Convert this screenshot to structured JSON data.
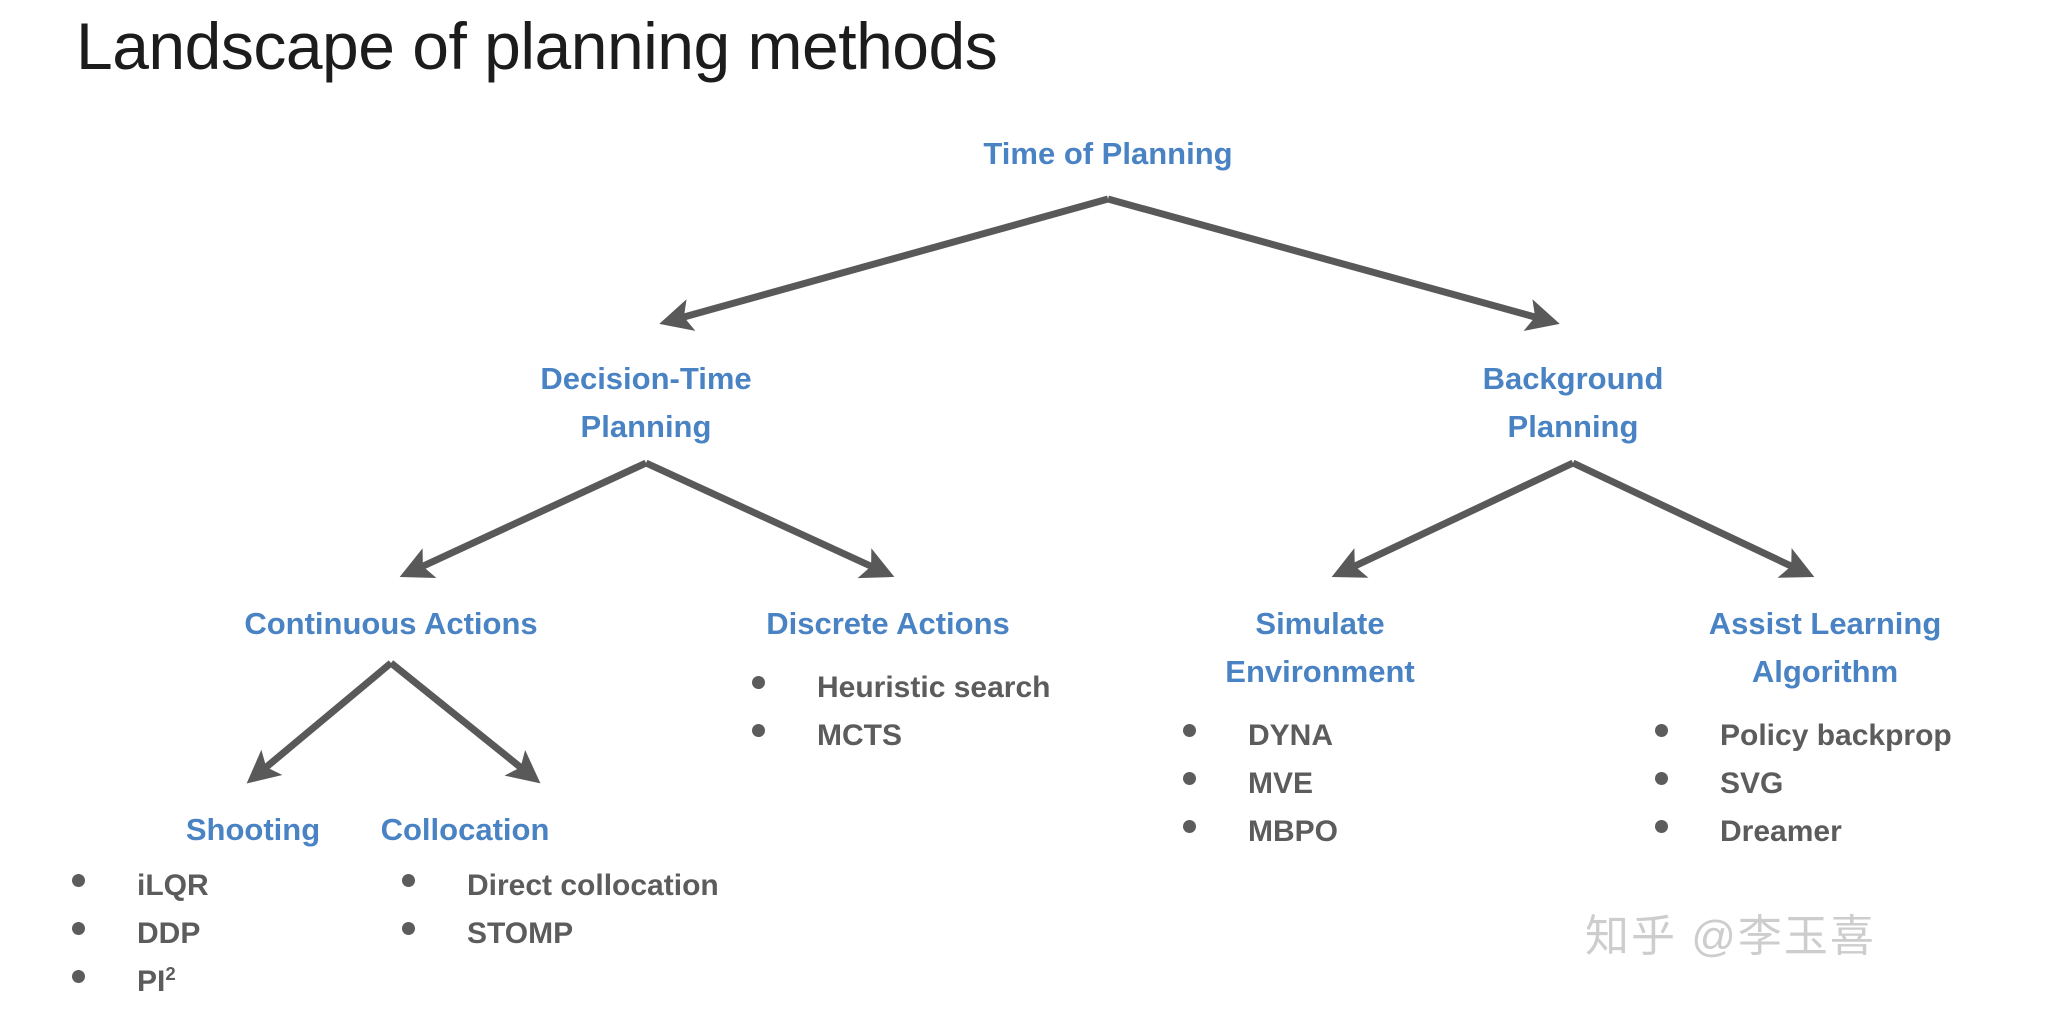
{
  "slide": {
    "title": "Landscape of planning methods",
    "background_color": "#ffffff",
    "node_color": "#4a83c4",
    "bullet_color": "#5c5c5c",
    "arrow_color": "#595959",
    "title_color": "#1c1c1c",
    "watermark_color": "#cdcdcd"
  },
  "watermark": {
    "text": "知乎 @李玉喜"
  },
  "tree": {
    "root": {
      "label": "Time of Planning"
    },
    "level2": {
      "left": {
        "line1": "Decision-Time",
        "line2": "Planning"
      },
      "right": {
        "line1": "Background",
        "line2": "Planning"
      }
    },
    "level3": {
      "continuous_actions": {
        "label": "Continuous Actions",
        "items": []
      },
      "discrete_actions": {
        "label": "Discrete Actions",
        "items": [
          "Heuristic search",
          "MCTS"
        ]
      },
      "simulate_environment": {
        "line1": "Simulate",
        "line2": "Environment",
        "items": [
          "DYNA",
          "MVE",
          "MBPO"
        ]
      },
      "assist_learning_algorithm": {
        "line1": "Assist Learning",
        "line2": "Algorithm",
        "items": [
          "Policy backprop",
          "SVG",
          "Dreamer"
        ]
      }
    },
    "level4": {
      "shooting": {
        "label": "Shooting",
        "items": [
          "iLQR",
          "DDP",
          "PI2"
        ]
      },
      "collocation": {
        "label": "Collocation",
        "items": [
          "Direct collocation",
          "STOMP"
        ]
      }
    }
  }
}
